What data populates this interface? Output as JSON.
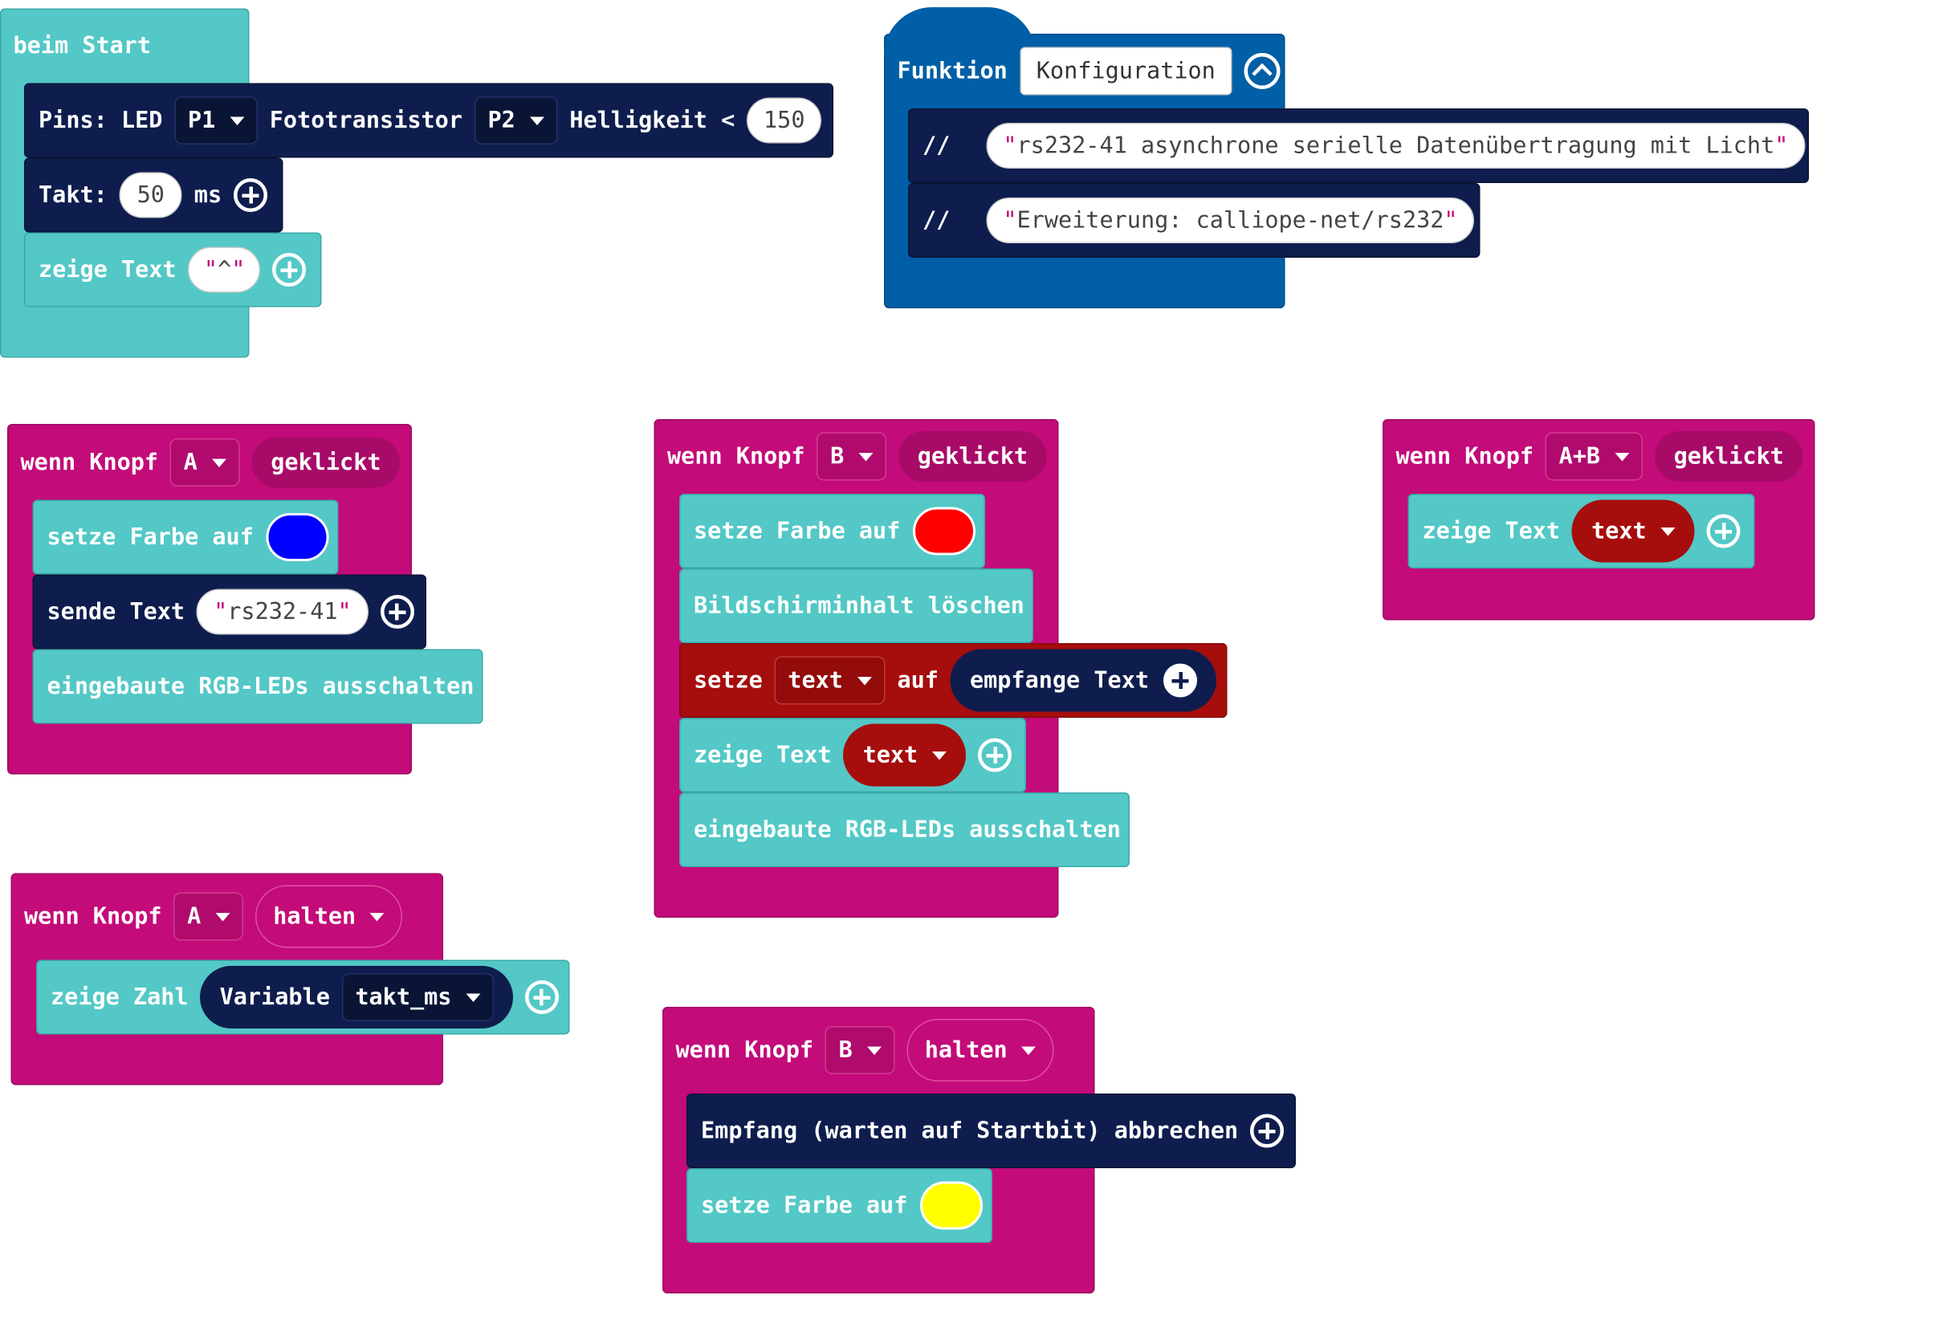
{
  "colors": {
    "teal": "#53c8c6",
    "navy": "#0e1d4d",
    "magenta": "#c30b79",
    "blue": "#005fa6",
    "red": "#a60d0d",
    "led_blue": "#0000ff",
    "led_red": "#ff0000",
    "led_yellow": "#ffff00"
  },
  "start_block": {
    "label": "beim Start",
    "pins": {
      "label": "Pins: LED",
      "led_pin": "P1",
      "photo_label": "Fototransistor",
      "photo_pin": "P2",
      "brightness_label": "Helligkeit <",
      "brightness_value": "150"
    },
    "clock": {
      "label": "Takt:",
      "value": "50",
      "unit": "ms"
    },
    "show_text": {
      "label": "zeige Text",
      "value": "^"
    }
  },
  "function_block": {
    "label": "Funktion",
    "name": "Konfiguration",
    "comment_marker": "//",
    "comments": [
      "rs232-41 asynchrone serielle Datenübertragung mit Licht",
      "Erweiterung: calliope-net/rs232"
    ]
  },
  "button_a_click": {
    "when": "wenn Knopf",
    "button": "A",
    "event": "geklickt",
    "set_color_label": "setze Farbe auf",
    "send_text_label": "sende Text",
    "send_text_value": "rs232-41",
    "leds_off_label": "eingebaute RGB-LEDs ausschalten"
  },
  "button_b_click": {
    "when": "wenn Knopf",
    "button": "B",
    "event": "geklickt",
    "set_color_label": "setze Farbe auf",
    "clear_label": "Bildschirminhalt löschen",
    "set_label": "setze",
    "var": "text",
    "to_label": "auf",
    "receive_label": "empfange Text",
    "show_text_label": "zeige Text",
    "show_var": "text",
    "leds_off_label": "eingebaute RGB-LEDs ausschalten"
  },
  "button_ab_click": {
    "when": "wenn Knopf",
    "button": "A+B",
    "event": "geklickt",
    "show_text_label": "zeige Text",
    "show_var": "text"
  },
  "button_a_hold": {
    "when": "wenn Knopf",
    "button": "A",
    "event": "halten",
    "show_number_label": "zeige Zahl",
    "variable_label": "Variable",
    "variable_name": "takt_ms"
  },
  "button_b_hold": {
    "when": "wenn Knopf",
    "button": "B",
    "event": "halten",
    "abort_label": "Empfang (warten auf Startbit) abbrechen",
    "set_color_label": "setze Farbe auf"
  }
}
